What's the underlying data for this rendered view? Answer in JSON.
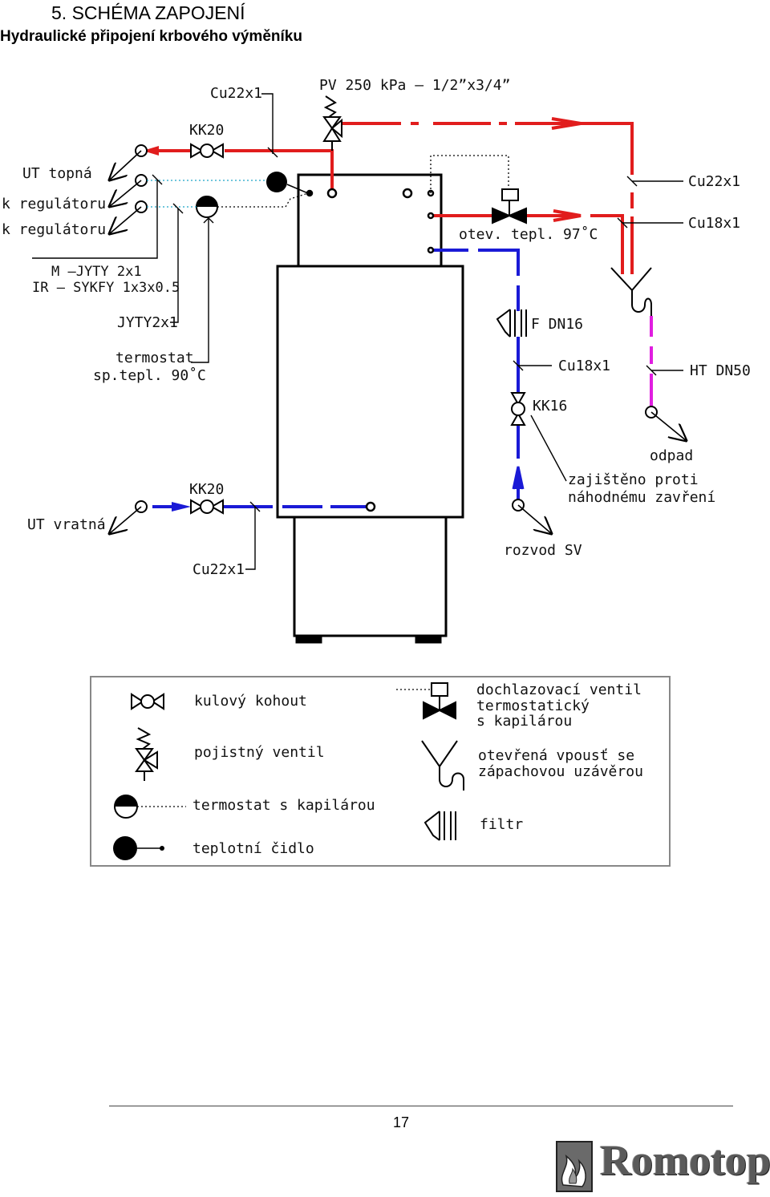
{
  "header": {
    "section_title": "5. SCHÉMA ZAPOJENÍ",
    "subtitle": "Hydraulické připojení krbového výměníku"
  },
  "diagram": {
    "labels": {
      "cu22x1_top": "Cu22x1",
      "pv": "PV 250 kPa – 1/2”x3/4”",
      "kk20_top": "KK20",
      "ut_topna": "UT topná",
      "k_regulatoru_1": "k regulátoru",
      "k_regulatoru_2": "k regulátoru",
      "cable_m": "M –JYTY 2x1",
      "cable_ir": "IR – SYKFY 1x3x0.5",
      "jyty": "JYTY2x1",
      "termostat": "termostat",
      "sp_tepl": "sp.tepl. 90˚C",
      "cu22x1_right": "Cu22x1",
      "cu18x1_right": "Cu18x1",
      "otev_tepl": "otev. tepl. 97˚C",
      "f_dn16": "F DN16",
      "cu18x1_mid": "Cu18x1",
      "ht_dn50": "HT DN50",
      "kk16": "KK16",
      "odpad": "odpad",
      "zajisteno_1": "zajištěno proti",
      "zajisteno_2": "náhodnému zavření",
      "kk20_bottom": "KK20",
      "ut_vratna": "UT vratná",
      "rozvod_sv": "rozvod SV",
      "cu22x1_bottom": "Cu22x1"
    },
    "colors": {
      "hot": "#e11d1d",
      "cold": "#1a1ad6",
      "drain": "#e01ee0",
      "line": "#000000"
    }
  },
  "legend": {
    "ball_valve": "kulový kohout",
    "safety_valve": "pojistný ventil",
    "capillary_thermostat": "termostat s kapilárou",
    "temperature_sensor": "teplotní čidlo",
    "cooling_valve_1": "dochlazovací ventil",
    "cooling_valve_2": "termostatický",
    "cooling_valve_3": "s kapilárou",
    "open_drain_1": "otevřená vpousť se",
    "open_drain_2": "zápachovou uzávěrou",
    "filter": "filtr"
  },
  "footer": {
    "page_number": "17",
    "logo_text": "Romotop"
  }
}
